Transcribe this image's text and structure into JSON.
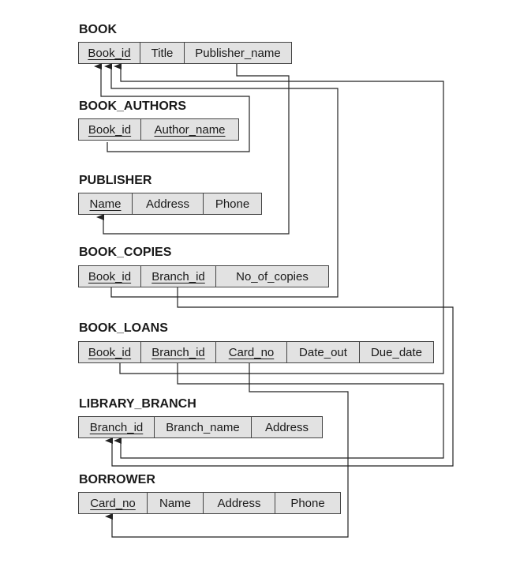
{
  "schema": [
    {
      "name": "BOOK",
      "attributes": [
        {
          "label": "Book_id",
          "pk": true
        },
        {
          "label": "Title",
          "pk": false
        },
        {
          "label": "Publisher_name",
          "pk": false
        }
      ]
    },
    {
      "name": "BOOK_AUTHORS",
      "attributes": [
        {
          "label": "Book_id",
          "pk": true
        },
        {
          "label": "Author_name",
          "pk": true
        }
      ]
    },
    {
      "name": "PUBLISHER",
      "attributes": [
        {
          "label": "Name",
          "pk": true
        },
        {
          "label": "Address",
          "pk": false
        },
        {
          "label": "Phone",
          "pk": false
        }
      ]
    },
    {
      "name": "BOOK_COPIES",
      "attributes": [
        {
          "label": "Book_id",
          "pk": true
        },
        {
          "label": "Branch_id",
          "pk": true
        },
        {
          "label": "No_of_copies",
          "pk": false
        }
      ]
    },
    {
      "name": "BOOK_LOANS",
      "attributes": [
        {
          "label": "Book_id",
          "pk": true
        },
        {
          "label": "Branch_id",
          "pk": true
        },
        {
          "label": "Card_no",
          "pk": true
        },
        {
          "label": "Date_out",
          "pk": false
        },
        {
          "label": "Due_date",
          "pk": false
        }
      ]
    },
    {
      "name": "LIBRARY_BRANCH",
      "attributes": [
        {
          "label": "Branch_id",
          "pk": true
        },
        {
          "label": "Branch_name",
          "pk": false
        },
        {
          "label": "Address",
          "pk": false
        }
      ]
    },
    {
      "name": "BORROWER",
      "attributes": [
        {
          "label": "Card_no",
          "pk": true
        },
        {
          "label": "Name",
          "pk": false
        },
        {
          "label": "Address",
          "pk": false
        },
        {
          "label": "Phone",
          "pk": false
        }
      ]
    }
  ],
  "references": [
    {
      "from": "BOOK_AUTHORS.Book_id",
      "to": "BOOK.Book_id"
    },
    {
      "from": "BOOK.Publisher_name",
      "to": "PUBLISHER.Name"
    },
    {
      "from": "BOOK_COPIES.Book_id",
      "to": "BOOK.Book_id"
    },
    {
      "from": "BOOK_LOANS.Book_id",
      "to": "BOOK.Book_id"
    },
    {
      "from": "BOOK_COPIES.Branch_id",
      "to": "LIBRARY_BRANCH.Branch_id"
    },
    {
      "from": "BOOK_LOANS.Branch_id",
      "to": "LIBRARY_BRANCH.Branch_id"
    },
    {
      "from": "BOOK_LOANS.Card_no",
      "to": "BORROWER.Card_no"
    }
  ],
  "colors": {
    "cell_fill": "#e2e2e2",
    "line": "#222222"
  }
}
